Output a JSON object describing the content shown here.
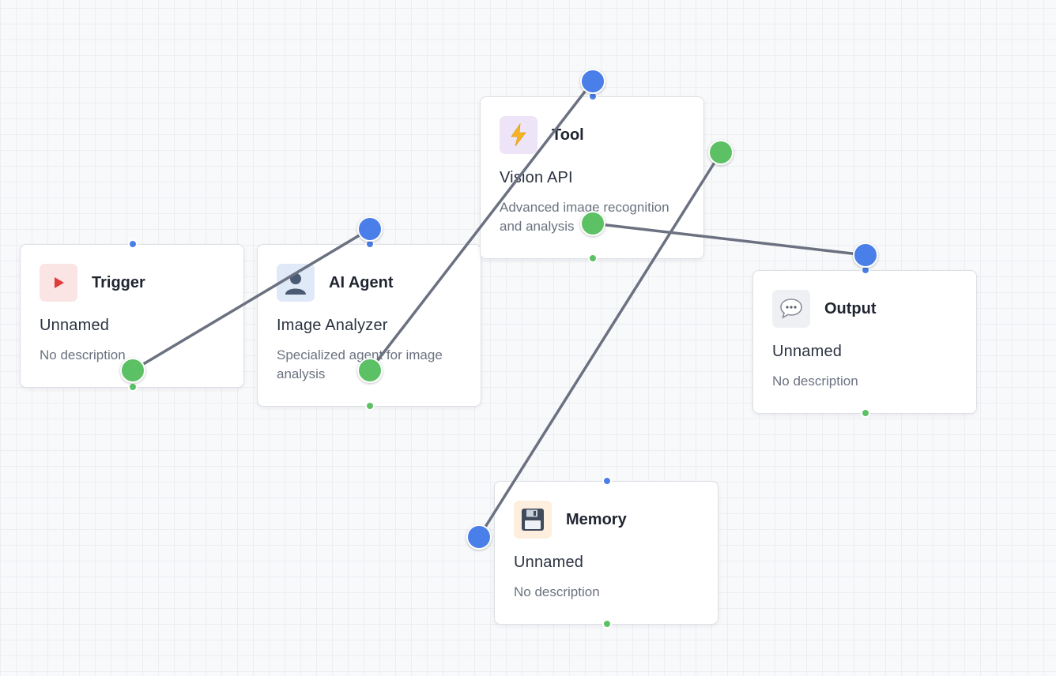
{
  "colors": {
    "input_port": "#4a7ee8",
    "output_port": "#5cc164",
    "edge": "#6b7180"
  },
  "nodes": {
    "trigger": {
      "type": "Trigger",
      "name": "Unnamed",
      "description": "No description",
      "icon": "play-icon"
    },
    "agent": {
      "type": "AI Agent",
      "name": "Image Analyzer",
      "description": "Specialized agent for image analysis",
      "icon": "agent-icon"
    },
    "tool": {
      "type": "Tool",
      "name": "Vision API",
      "description": "Advanced image recognition and analysis",
      "icon": "lightning-icon"
    },
    "output": {
      "type": "Output",
      "name": "Unnamed",
      "description": "No description",
      "icon": "speech-bubble-icon"
    },
    "memory": {
      "type": "Memory",
      "name": "Unnamed",
      "description": "No description",
      "icon": "floppy-disk-icon"
    }
  }
}
